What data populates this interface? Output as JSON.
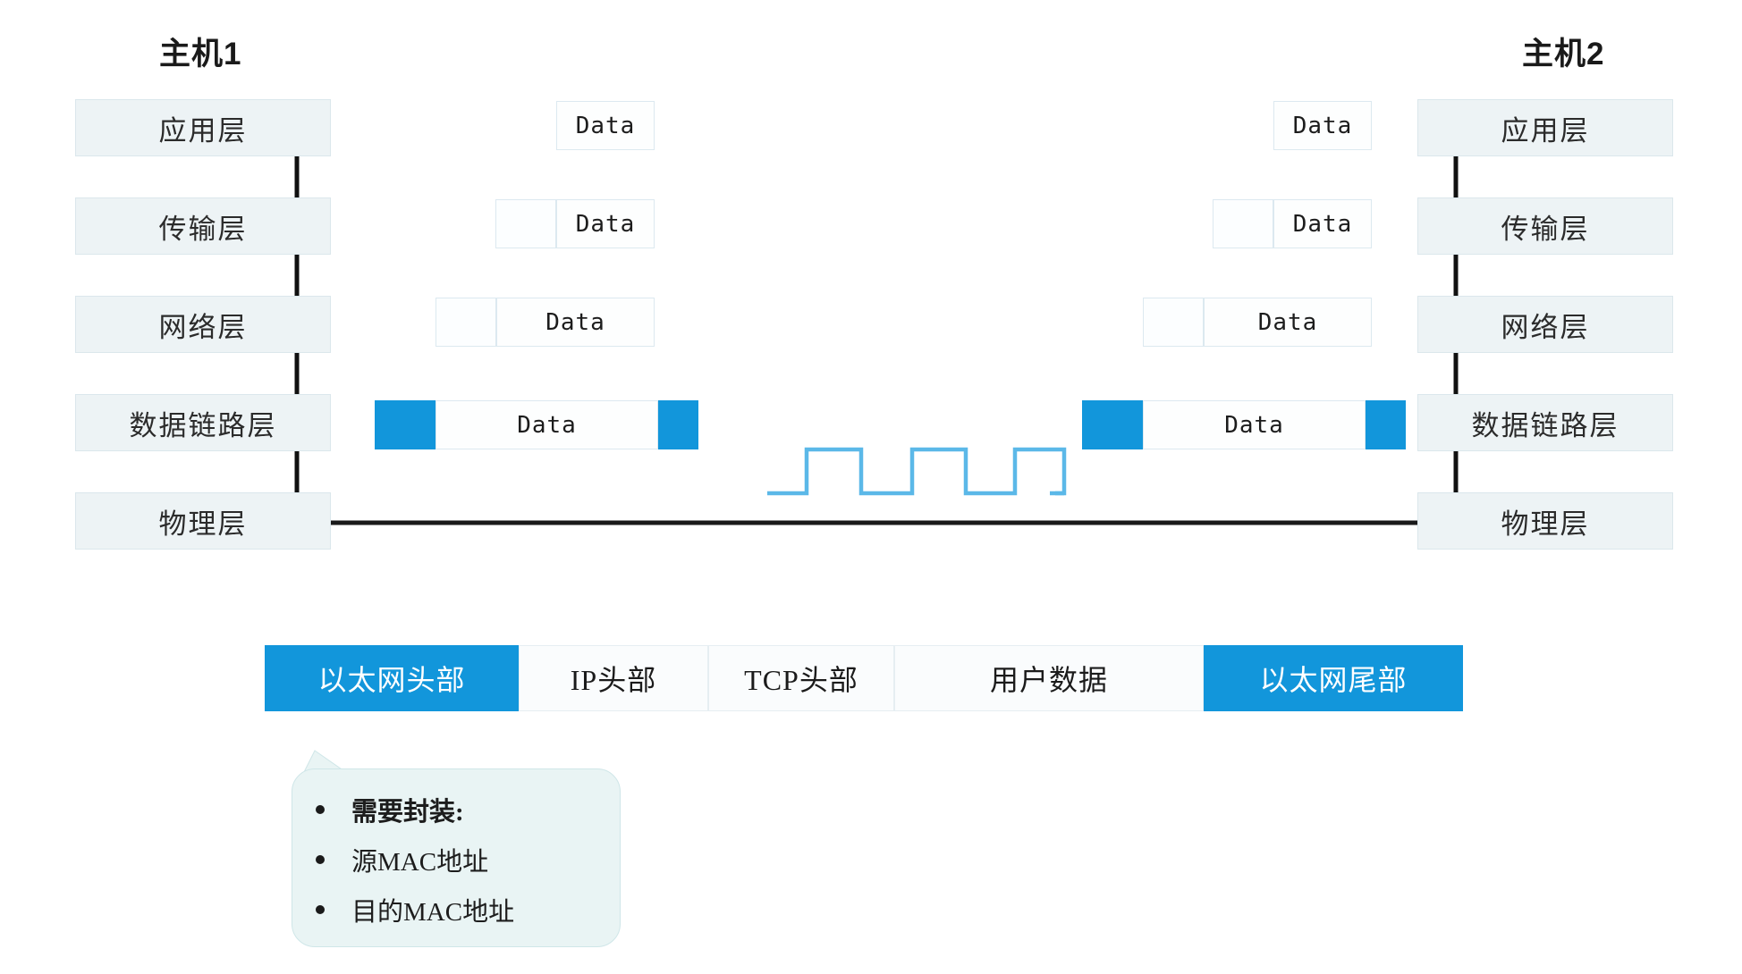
{
  "diagram": {
    "title_left": "主机1",
    "title_right": "主机2",
    "accent_color": "#1296db",
    "layer_box_color": "#edf3f5",
    "waveform_color": "#5bb8e8",
    "callout_color": "#e9f4f4"
  },
  "layers": [
    {
      "name": "application",
      "label": "应用层"
    },
    {
      "name": "transport",
      "label": "传输层"
    },
    {
      "name": "network",
      "label": "网络层"
    },
    {
      "name": "datalink",
      "label": "数据链路层"
    },
    {
      "name": "physical",
      "label": "物理层"
    }
  ],
  "pdu": {
    "data_label": "Data",
    "left": [
      {
        "layer": "application",
        "headers": 0,
        "trailer": false
      },
      {
        "layer": "transport",
        "headers": 1,
        "trailer": false
      },
      {
        "layer": "network",
        "headers": 1,
        "trailer": false
      },
      {
        "layer": "datalink",
        "headers": 1,
        "trailer": true
      }
    ],
    "right": [
      {
        "layer": "application",
        "headers": 0,
        "trailer": false
      },
      {
        "layer": "transport",
        "headers": 1,
        "trailer": false
      },
      {
        "layer": "network",
        "headers": 1,
        "trailer": false
      },
      {
        "layer": "datalink",
        "headers": 1,
        "trailer": true
      }
    ]
  },
  "signal": {
    "name": "square-wave",
    "pulses": 3
  },
  "frame_structure": [
    {
      "name": "ethernet-header",
      "label": "以太网头部",
      "accent": true
    },
    {
      "name": "ip-header",
      "label": "IP头部",
      "accent": false
    },
    {
      "name": "tcp-header",
      "label": "TCP头部",
      "accent": false
    },
    {
      "name": "user-data",
      "label": "用户数据",
      "accent": false
    },
    {
      "name": "ethernet-trailer",
      "label": "以太网尾部",
      "accent": true
    }
  ],
  "callout": {
    "rows": [
      {
        "label": "需要封装:",
        "bold": true
      },
      {
        "label": "源MAC地址",
        "bold": false
      },
      {
        "label": "目的MAC地址",
        "bold": false
      }
    ]
  }
}
